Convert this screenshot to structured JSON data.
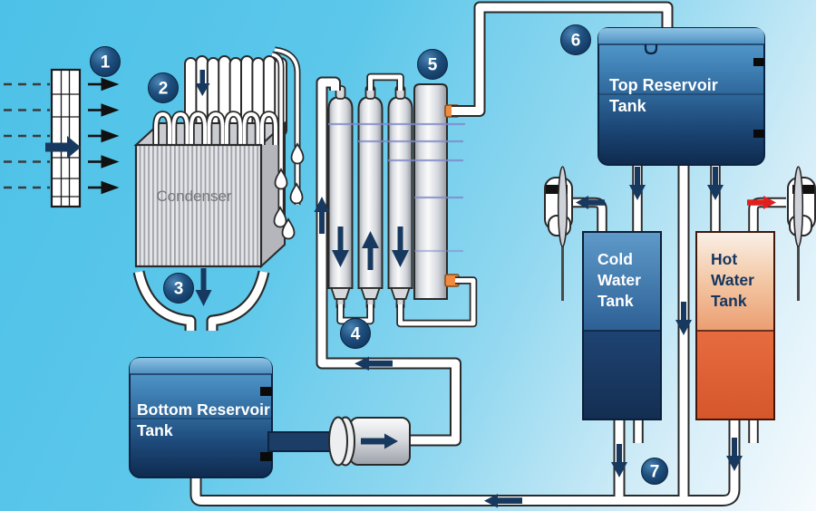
{
  "diagram": {
    "badges": [
      "1",
      "2",
      "3",
      "4",
      "5",
      "6",
      "7"
    ],
    "labels": {
      "condenser": "Condenser",
      "top_tank_1": "Top Reservoir",
      "top_tank_2": "Tank",
      "bottom_tank_1": "Bottom Reservoir",
      "bottom_tank_2": "Tank",
      "cold_1": "Cold",
      "cold_2": "Water",
      "cold_3": "Tank",
      "hot_1": "Hot",
      "hot_2": "Water",
      "hot_3": "Tank"
    },
    "colors": {
      "background_top": "#4dc1e8",
      "background_bottom": "#f6fbfe",
      "flow_arrow_navy": "#17395f",
      "hot_flow_arrow_red": "#e01f1f",
      "pipe_outline": "#2a2a2a",
      "tank_navy": "#0f2a4e",
      "cold_tank_blue": "#2d6095",
      "hot_tank_orange": "#d5562b",
      "fitting_orange": "#ef8a3f",
      "level_line_blue": "#8089c9",
      "airflow_black": "#111111"
    }
  }
}
